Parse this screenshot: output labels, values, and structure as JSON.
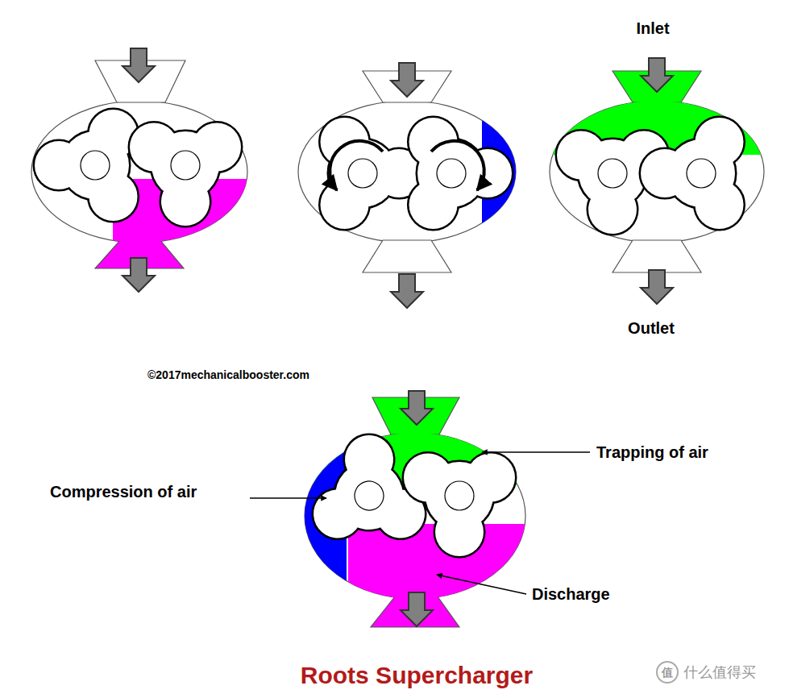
{
  "diagram": {
    "caption": "Roots Supercharger",
    "labels": [
      "Inlet",
      "Outlet",
      "©2017mechanicalbooster.com",
      "Trapping of air",
      "Compression of air",
      "Discharge",
      "值",
      "什么值得买"
    ]
  }
}
